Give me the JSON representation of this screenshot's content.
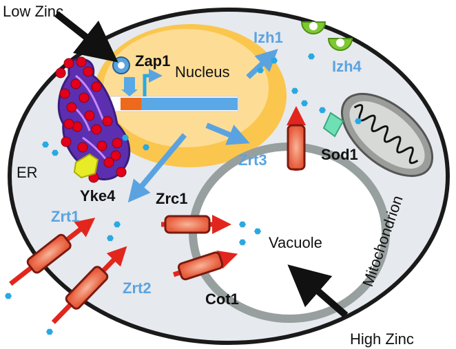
{
  "labels": {
    "low_zinc": "Low Zinc",
    "high_zinc": "High Zinc",
    "zap1": "Zap1",
    "nucleus": "Nucleus",
    "izh1": "Izh1",
    "izh4": "Izh4",
    "er": "ER",
    "yke4": "Yke4",
    "sod1": "Sod1",
    "zrt3": "Zrt3",
    "zrc1": "Zrc1",
    "zrt1": "Zrt1",
    "zrt2": "Zrt2",
    "cot1": "Cot1",
    "vacuole": "Vacuole",
    "mitochondrion": "Mitochondrion"
  },
  "colors": {
    "cell_fill": "#e6e9ee",
    "membrane": "#1a1a1a",
    "nucleus_fill": "#fbc64d",
    "nucleus_inner": "#fde7b3",
    "vacuole_ring": "#97a09f",
    "transporter": "#d9282a",
    "transporter_light": "#f6a98b",
    "zinc_ion": "#29a9e1",
    "blue_label": "#5ba3e0",
    "er_purple": "#5b2fb0",
    "er_dots": "#e2001a",
    "arrow_blue": "#5ba3e0",
    "izh4_green": "#7ec832",
    "sod1_teal": "#6fe0b4",
    "yke4_yellow": "#e8ec26"
  }
}
